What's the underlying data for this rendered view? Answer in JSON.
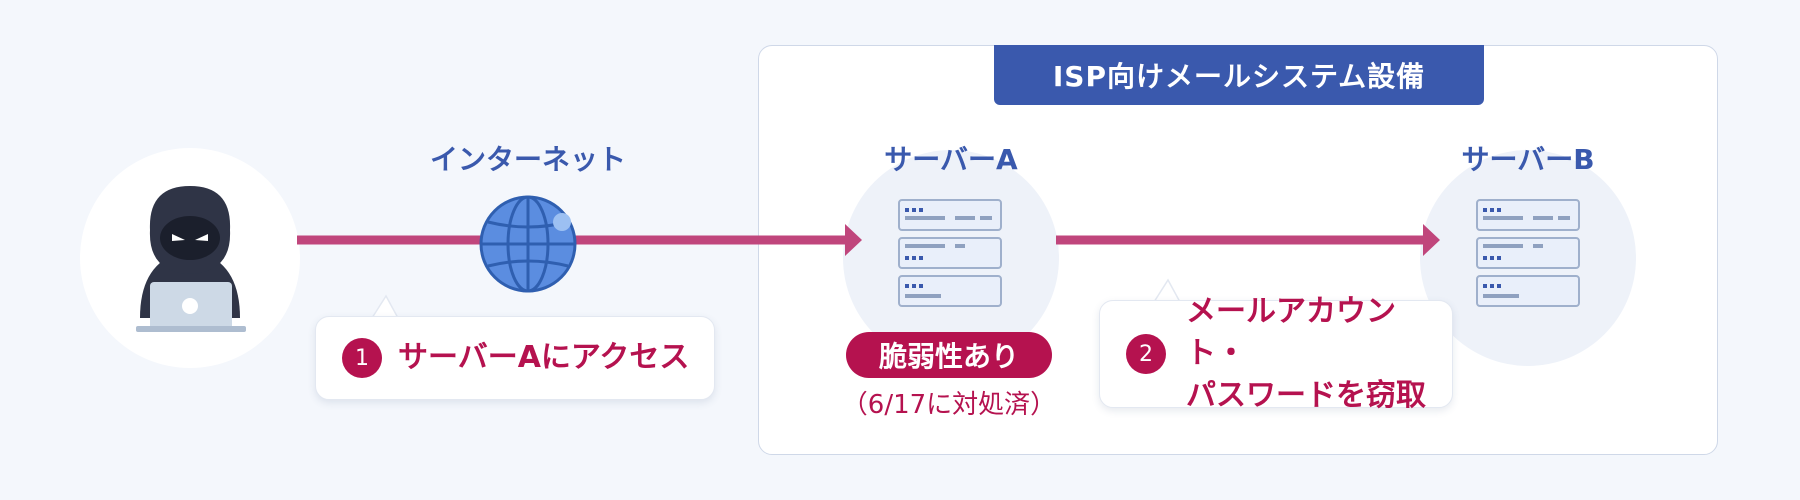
{
  "isp_group": {
    "title": "ISP向けメールシステム設備"
  },
  "nodes": {
    "internet": {
      "label": "インターネット",
      "icon": "globe-icon"
    },
    "server_a": {
      "label": "サーバーA",
      "icon": "server-rack-icon"
    },
    "server_b": {
      "label": "サーバーB",
      "icon": "server-rack-icon"
    },
    "attacker": {
      "icon": "hacker-icon"
    }
  },
  "vulnerability": {
    "badge": "脆弱性あり",
    "note": "（6/17に対処済）"
  },
  "steps": [
    {
      "number": "1",
      "lines": [
        "サーバーAにアクセス"
      ]
    },
    {
      "number": "2",
      "lines": [
        "メールアカウント・",
        "パスワードを窃取"
      ]
    }
  ],
  "colors": {
    "accent_blue": "#3a59ad",
    "accent_magenta": "#b5124f",
    "arrow": "#c0467c",
    "background": "#f4f7fc"
  }
}
